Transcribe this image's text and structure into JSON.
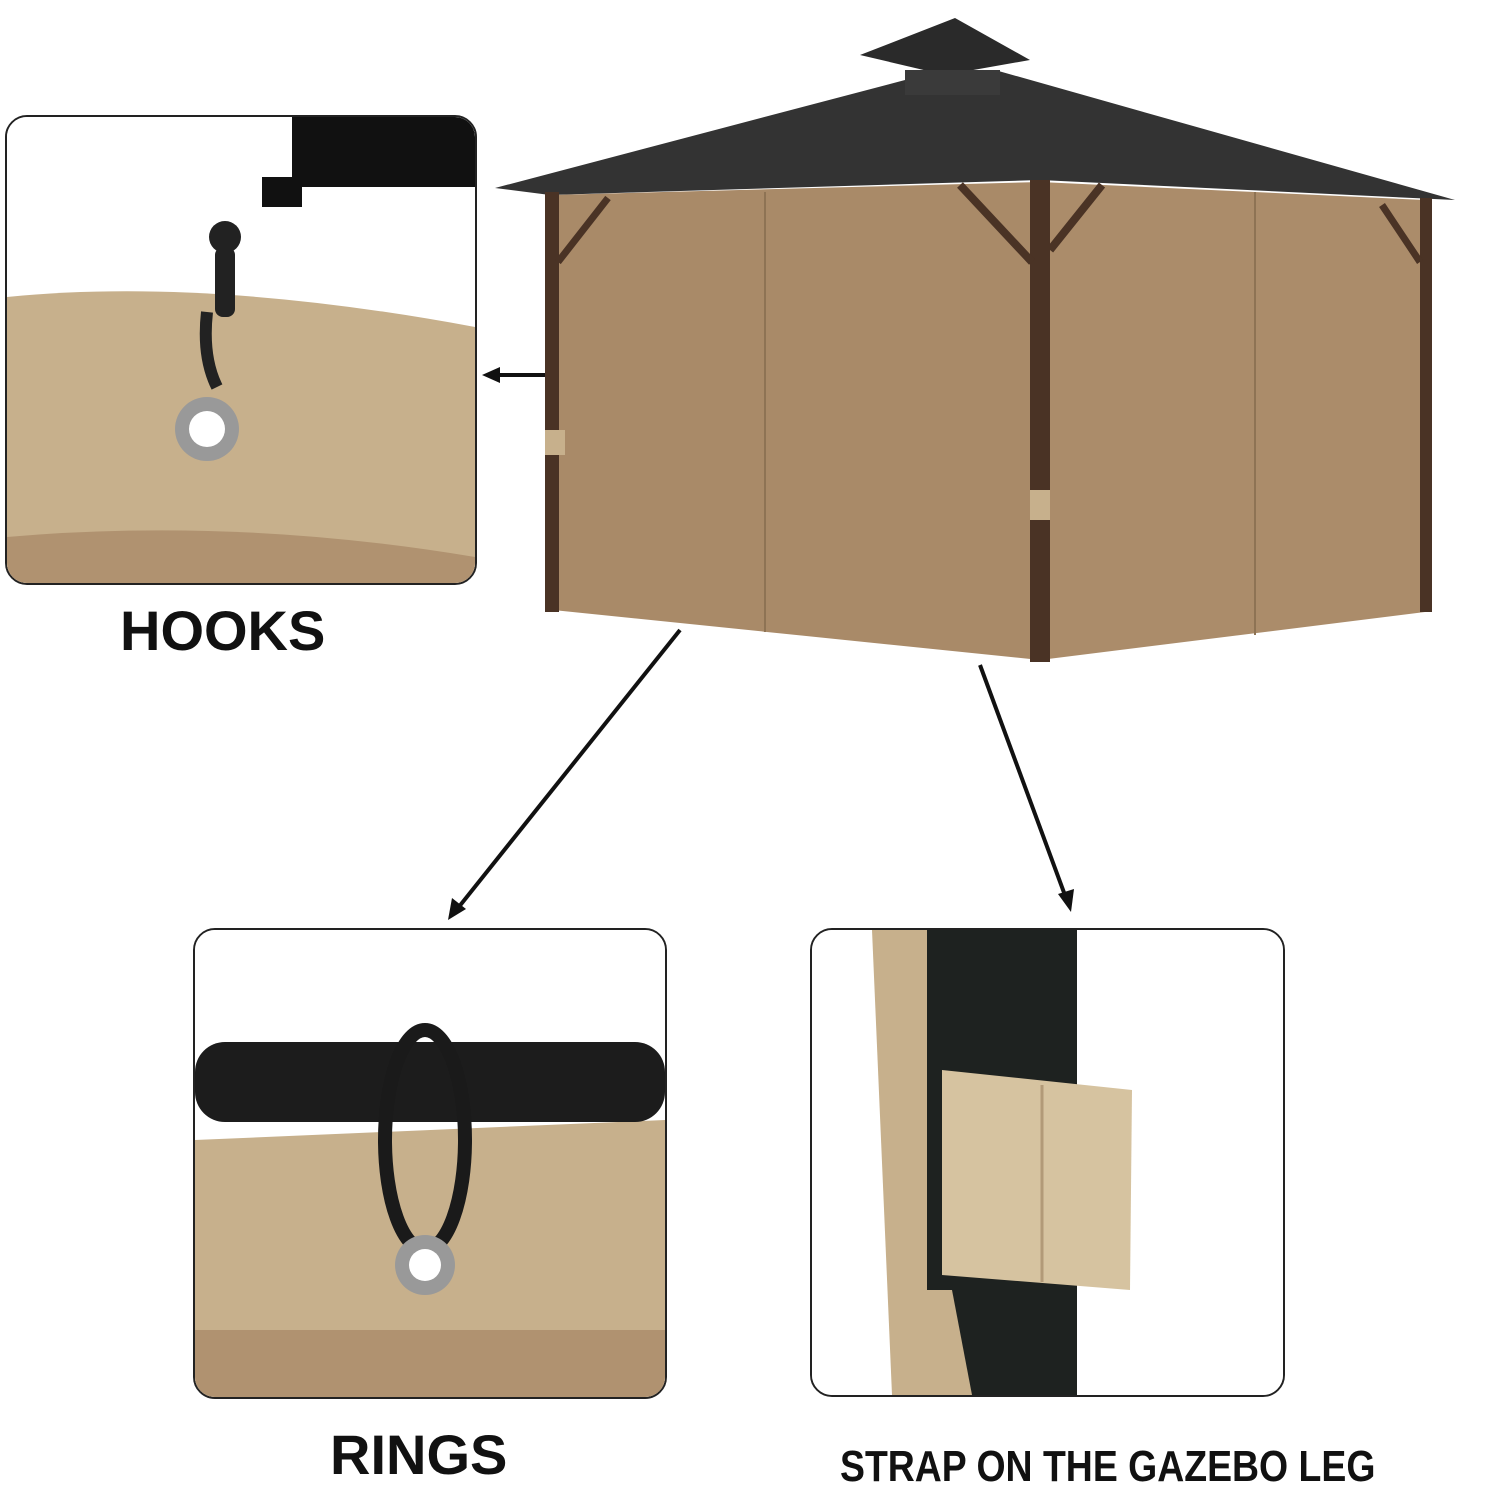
{
  "labels": {
    "hooks": "HOOKS",
    "rings": "RINGS",
    "strap": "STRAP ON THE GAZEBO LEG"
  },
  "colors": {
    "fabric": "#a98a68",
    "fabric_detail": "#c7b08c",
    "frame": "#4a3325",
    "roof": "#2e2e2e",
    "hardware": "#1a1a1a"
  }
}
